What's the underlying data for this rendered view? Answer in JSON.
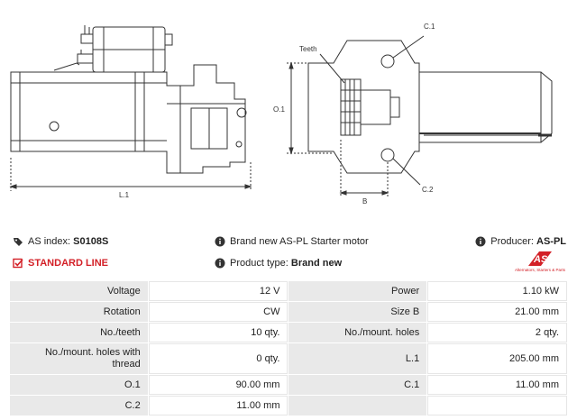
{
  "diagram": {
    "labels": {
      "l1": "L.1",
      "o1": "O.1",
      "b": "B",
      "c1": "C.1",
      "c2": "C.2",
      "teeth": "Teeth"
    }
  },
  "info": {
    "as_index_label": "AS index:",
    "as_index_value": "S0108S",
    "description": "Brand new AS-PL Starter motor",
    "producer_label": "Producer:",
    "producer_value": "AS-PL",
    "standard_line": "STANDARD LINE",
    "product_type_label": "Product type:",
    "product_type_value": "Brand new",
    "logo_text": "AS",
    "logo_subtitle": "Alternators, Starters & Parts"
  },
  "colors": {
    "accent_red": "#d32027",
    "label_cell_bg": "#e9e9e9",
    "icon_dark": "#333333"
  },
  "specs": {
    "rows": [
      {
        "l1": "Voltage",
        "v1": "12 V",
        "l2": "Power",
        "v2": "1.10 kW"
      },
      {
        "l1": "Rotation",
        "v1": "CW",
        "l2": "Size B",
        "v2": "21.00 mm"
      },
      {
        "l1": "No./teeth",
        "v1": "10 qty.",
        "l2": "No./mount. holes",
        "v2": "2 qty."
      },
      {
        "l1": "No./mount. holes with thread",
        "v1": "0 qty.",
        "l2": "L.1",
        "v2": "205.00 mm"
      },
      {
        "l1": "O.1",
        "v1": "90.00 mm",
        "l2": "C.1",
        "v2": "11.00 mm"
      },
      {
        "l1": "C.2",
        "v1": "11.00 mm",
        "l2": "",
        "v2": ""
      }
    ]
  }
}
